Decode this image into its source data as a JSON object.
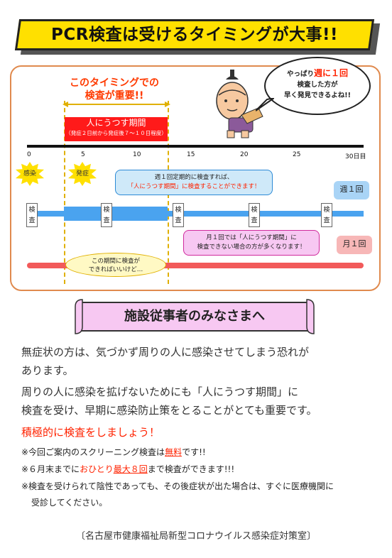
{
  "title": "PCR検査は受けるタイミングが大事!!",
  "speech": {
    "line1_pre": "やっぱり",
    "line1_hl": "週に１回",
    "line2": "検査した方が",
    "line3": "早く発見できるよね!!"
  },
  "timing_title": [
    "このタイミングでの",
    "検査が重要!!"
  ],
  "period": {
    "label": "人にうつす期間",
    "sub": "（発症２日前から発症後７～１０日程度）"
  },
  "ticks": [
    "0",
    "5",
    "10",
    "15",
    "20",
    "25",
    "30日目"
  ],
  "events": {
    "infection": "感染",
    "onset": "発症"
  },
  "weekly": {
    "tip_line1": "週１回定期的に検査すれば、",
    "tip_line2": "「人にうつす期間」に検査することができます！",
    "label": "週１回",
    "test_label": "検査"
  },
  "monthly": {
    "tip_line1": "月１回では「人にうつす期間」に",
    "tip_line2": "検査できない場合の方が多くなります！",
    "label": "月１回",
    "note_line1": "この期間に検査が",
    "note_line2": "できればいいけど…"
  },
  "section_title": "施設従事者のみなさまへ",
  "paragraphs": [
    "無症状の方は、気づかず周りの人に感染させてしまう恐れが",
    "あります。",
    "周りの人に感染を拡げないためにも「人にうつす期間」に",
    "検査を受け、早期に感染防止策をとることがとても重要です。"
  ],
  "call_to_action": "積極的に検査をしましょう！",
  "notes": {
    "n1_pre": "※今回ご案内のスクリーニング検査は",
    "n1_hl": "無料",
    "n1_post": "です!!",
    "n2_pre": "※６月末までに",
    "n2_hl1": "おひとり",
    "n2_hl2": "最大８回",
    "n2_post": "まで検査ができます!!!",
    "n3_line1": "※検査を受けられて陰性であっても、その後症状が出た場合は、すぐに医療機関に",
    "n3_line2": "受診してください。"
  },
  "footer": "〔名古屋市健康福祉局新型コロナウイルス感染症対策室〕",
  "colors": {
    "banner": "#ffe000",
    "red": "#ff2200",
    "blue_bar": "#4aa3ef",
    "pink_bar": "#f25a5a",
    "ribbon": "#f7c8f2",
    "panel_border": "#e08a4e"
  }
}
